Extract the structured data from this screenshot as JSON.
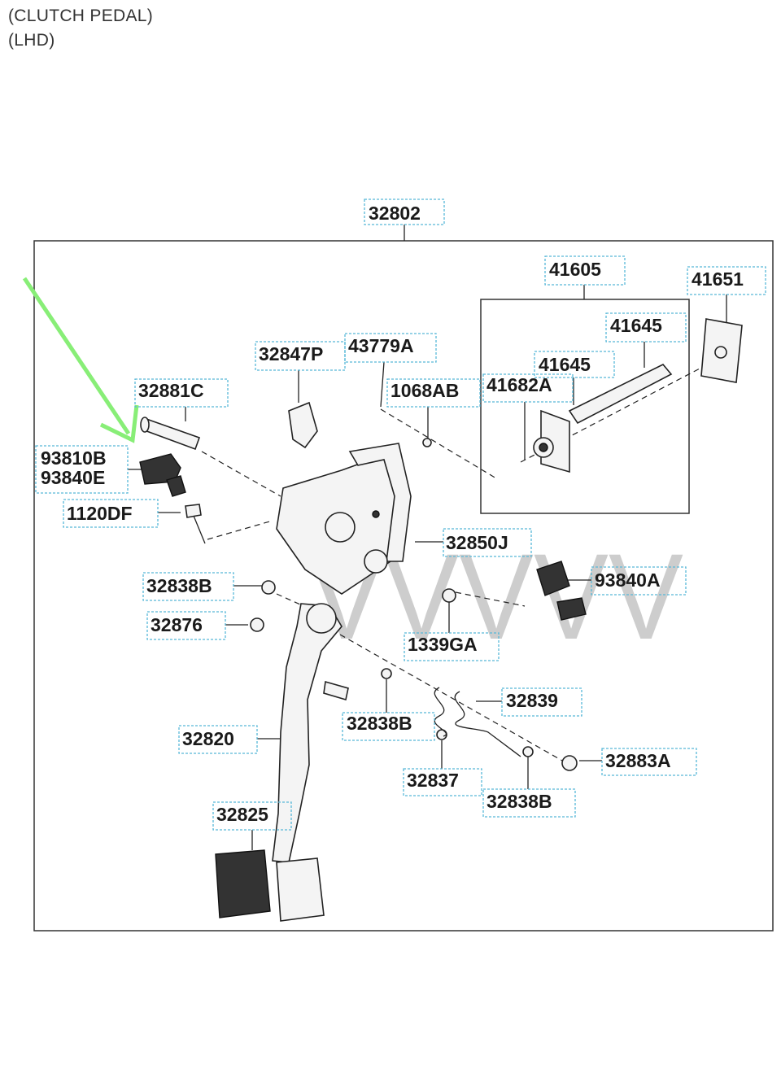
{
  "header": {
    "line1": "(CLUTCH PEDAL)",
    "line2": "(LHD)"
  },
  "colors": {
    "arrow": "#88ee77",
    "label_box": "#58b8d8",
    "watermark": "#bdbdbd"
  },
  "watermark_text": "VVVVV",
  "parts": {
    "p32802": "32802",
    "p41605": "41605",
    "p41651": "41651",
    "p41645a": "41645",
    "p41645b": "41645",
    "p41682A": "41682A",
    "p32847P": "32847P",
    "p43779A": "43779A",
    "p1068AB": "1068AB",
    "p32881C": "32881C",
    "p93810B": "93810B",
    "p93840E": "93840E",
    "p1120DF": "1120DF",
    "p32850J": "32850J",
    "p93840A": "93840A",
    "p32838B_a": "32838B",
    "p32876": "32876",
    "p1339GA": "1339GA",
    "p32839": "32839",
    "p32838B_b": "32838B",
    "p32820": "32820",
    "p32837": "32837",
    "p32883A": "32883A",
    "p32838B_c": "32838B",
    "p32825": "32825"
  }
}
